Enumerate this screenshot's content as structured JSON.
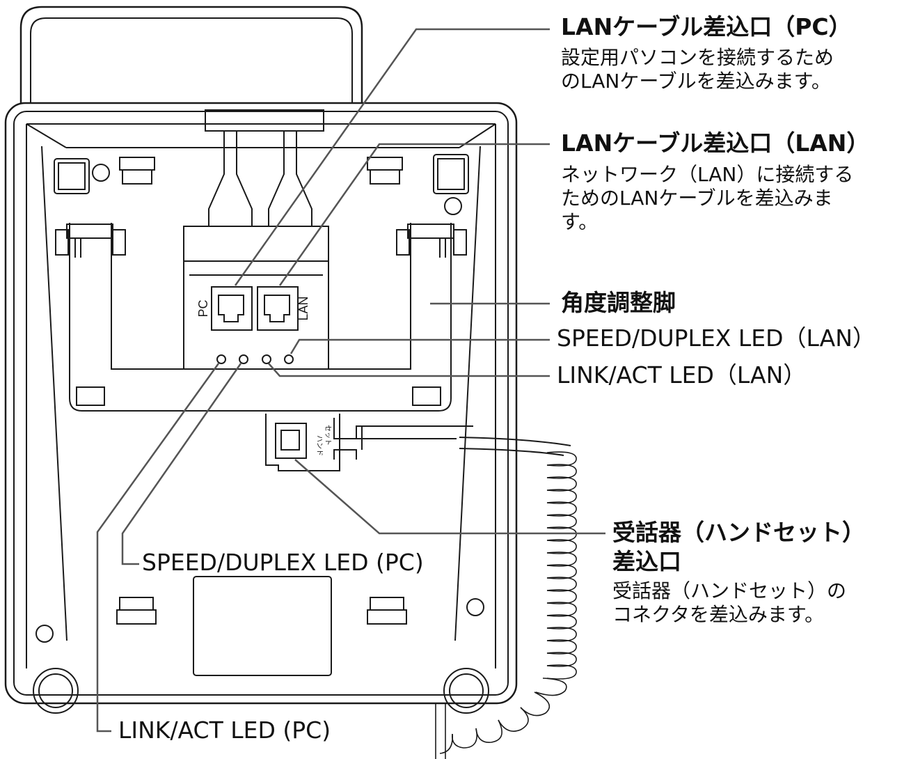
{
  "labels": {
    "lan_pc": {
      "title": "LANケーブル差込口（PC）",
      "desc_line1": "設定用パソコンを接続するため",
      "desc_line2": "のLANケーブルを差込みます。"
    },
    "lan_lan": {
      "title": "LANケーブル差込口（LAN）",
      "desc_line1": "ネットワーク（LAN）に接続する",
      "desc_line2": "ためのLANケーブルを差込みま",
      "desc_line3": "す。"
    },
    "stand": {
      "title": "角度調整脚"
    },
    "speed_lan": {
      "title": "SPEED/DUPLEX LED（LAN）"
    },
    "link_lan": {
      "title": "LINK/ACT LED（LAN）"
    },
    "handset": {
      "title_line1": "受話器（ハンドセット）",
      "title_line2": "差込口",
      "desc_line1": "受話器（ハンドセット）の",
      "desc_line2": "コネクタを差込みます。"
    },
    "speed_pc": {
      "title": "SPEED/DUPLEX LED (PC)"
    },
    "link_pc": {
      "title": "LINK/ACT LED (PC)"
    }
  },
  "port_labels": {
    "pc": "PC",
    "lan": "LAN",
    "handset_port_line1": "ハンド",
    "handset_port_line2": "セット"
  }
}
